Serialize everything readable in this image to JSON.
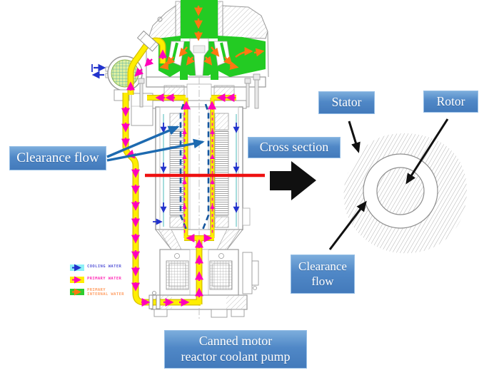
{
  "figure": {
    "title": "Canned motor reactor coolant pump cutaway with cross section view",
    "callouts": {
      "clearance_flow_left": "Clearance flow",
      "cross_section": "Cross section",
      "stator": "Stator",
      "rotor": "Rotor",
      "clearance_flow_right_line1": "Clearance",
      "clearance_flow_right_line2": "flow",
      "caption_line1": "Canned motor",
      "caption_line2": "reactor coolant pump"
    },
    "legend": {
      "cooling_water": "COOLING WATER",
      "primary_water": "PRIMARY WATER",
      "primary_internal_line1": "PRIMARY",
      "primary_internal_line2": "INTERNAL WATER"
    },
    "colors": {
      "callout_box_blue": "#4f86c6",
      "cooling_water_arrow": "#2233cc",
      "cooling_water_swatch": "#8df0f6",
      "primary_water_arrow": "#ff00bb",
      "primary_water_swatch": "#ffee00",
      "primary_internal_arrow": "#ff7711",
      "primary_internal_swatch": "#2ecc2e",
      "section_cut_line": "#ee1111",
      "flow_region_green": "#23cb23"
    }
  }
}
